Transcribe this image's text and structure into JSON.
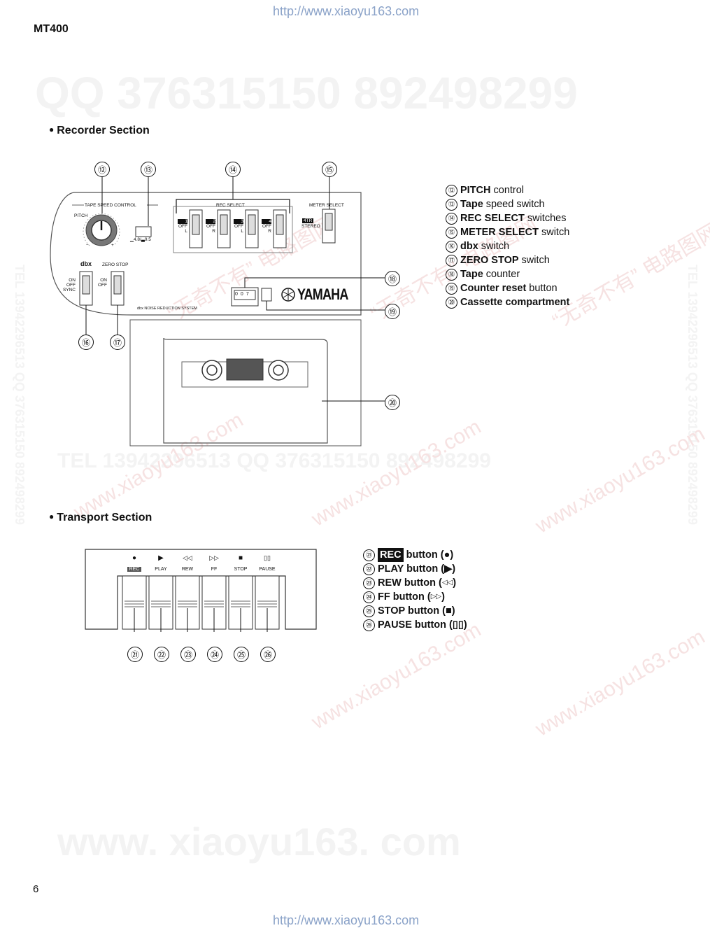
{
  "header": {
    "url_top": "http://www.xiaoyu163.com",
    "model": "MT400"
  },
  "footer": {
    "page_number": "6",
    "url_bottom": "http://www.xiaoyu163.com"
  },
  "watermarks": {
    "qq_line": "QQ 376315150   892498299",
    "mid_line": "TEL 13942296513   QQ 376315150   892498299",
    "bottom_line": "www. xiaoyu163. com",
    "side_line": "TEL 13942296513  QQ 376315150  892498299",
    "diag_1": "“无奇不有” 电路图网",
    "diag_2": "www.xiaoyu163.com"
  },
  "recorder": {
    "title": "Recorder Section",
    "callouts": [
      "⑫",
      "⑬",
      "⑭",
      "⑮",
      "⑯",
      "⑰",
      "⑱",
      "⑲",
      "⑳"
    ],
    "panel": {
      "tape_speed_control": "TAPE SPEED CONTROL",
      "pitch": "PITCH",
      "pitch_minus": "−",
      "pitch_plus": "+",
      "speed_values": "▁4.8/▃9.5",
      "rec_select": "REC SELECT",
      "channels": [
        {
          "num": "1",
          "off": "OFF",
          "side": "L"
        },
        {
          "num": "2",
          "off": "OFF",
          "side": "R"
        },
        {
          "num": "3",
          "off": "OFF",
          "side": "L"
        },
        {
          "num": "4",
          "off": "OFF",
          "side": "R"
        }
      ],
      "meter_select": "METER SELECT",
      "meter_4tr": "4TR",
      "meter_stereo": "STEREO",
      "dbx": "dbx",
      "dbx_on": "ON",
      "dbx_off": "OFF",
      "dbx_sync": "SYNC",
      "zero_stop": "ZERO STOP",
      "zs_on": "ON",
      "zs_off": "OFF",
      "dbx_system": "dbx NOISE REDUCTION SYSTEM",
      "counter": [
        "0",
        "0",
        "7"
      ],
      "brand": "YAMAHA"
    },
    "legend": [
      {
        "num": "⑫",
        "bold": "PITCH",
        "rest": "control"
      },
      {
        "num": "⑬",
        "bold": "Tape",
        "rest": "speed switch"
      },
      {
        "num": "⑭",
        "bold": "REC SELECT",
        "rest": "switches"
      },
      {
        "num": "⑮",
        "bold": "METER SELECT",
        "rest": "switch"
      },
      {
        "num": "⑯",
        "bold": "dbx",
        "rest": "switch"
      },
      {
        "num": "⑰",
        "bold": "ZERO STOP",
        "rest": "switch"
      },
      {
        "num": "⑱",
        "bold": "Tape",
        "rest": "counter"
      },
      {
        "num": "⑲",
        "bold": "Counter reset",
        "rest": "button"
      },
      {
        "num": "⑳",
        "bold": "Cassette compartment",
        "rest": ""
      }
    ]
  },
  "transport": {
    "title": "Transport Section",
    "buttons": [
      {
        "symbol": "●",
        "label": "REC"
      },
      {
        "symbol": "▶",
        "label": "PLAY"
      },
      {
        "symbol": "◁◁",
        "label": "REW"
      },
      {
        "symbol": "▷▷",
        "label": "FF"
      },
      {
        "symbol": "■",
        "label": "STOP"
      },
      {
        "symbol": "▯▯",
        "label": "PAUSE"
      }
    ],
    "callouts": [
      "㉑",
      "㉒",
      "㉓",
      "㉔",
      "㉕",
      "㉖"
    ],
    "legend": [
      {
        "num": "㉑",
        "badge": "REC",
        "text": "button (",
        "sym": "●",
        "close": ")"
      },
      {
        "num": "㉒",
        "badge": "",
        "text": "PLAY button (",
        "sym": "▶",
        "close": ")"
      },
      {
        "num": "㉓",
        "badge": "",
        "text": "REW button (",
        "sym": "◁◁",
        "close": ")"
      },
      {
        "num": "㉔",
        "badge": "",
        "text": "FF button (",
        "sym": "▷▷",
        "close": ")"
      },
      {
        "num": "㉕",
        "badge": "",
        "text": "STOP button (",
        "sym": "■",
        "close": ")"
      },
      {
        "num": "㉖",
        "badge": "",
        "text": "PAUSE button (",
        "sym": "▯▯",
        "close": ")"
      }
    ]
  }
}
